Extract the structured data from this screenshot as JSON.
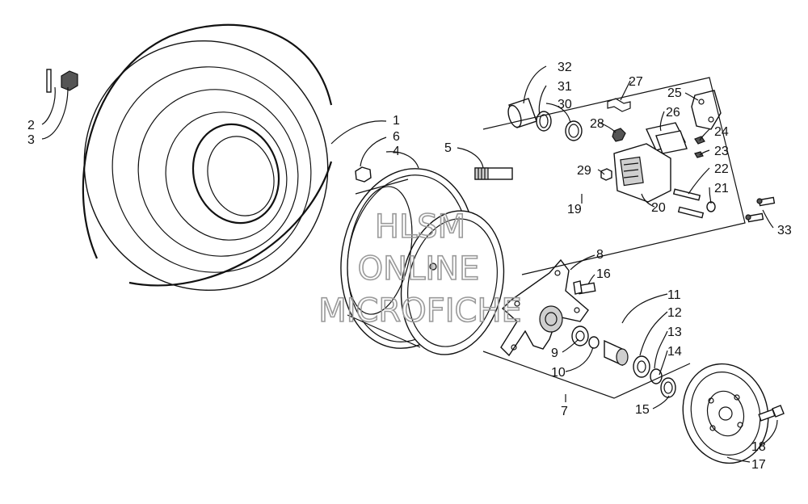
{
  "watermark": [
    "HLSM",
    "ONLINE",
    "MICROFICHE"
  ],
  "callouts": [
    {
      "id": "1",
      "text": "1"
    },
    {
      "id": "2",
      "text": "2"
    },
    {
      "id": "3",
      "text": "3"
    },
    {
      "id": "4",
      "text": "4"
    },
    {
      "id": "5",
      "text": "5"
    },
    {
      "id": "6",
      "text": "6"
    },
    {
      "id": "7",
      "text": "7"
    },
    {
      "id": "8",
      "text": "8"
    },
    {
      "id": "9",
      "text": "9"
    },
    {
      "id": "10",
      "text": "10"
    },
    {
      "id": "11",
      "text": "11"
    },
    {
      "id": "12",
      "text": "12"
    },
    {
      "id": "13",
      "text": "13"
    },
    {
      "id": "14",
      "text": "14"
    },
    {
      "id": "15",
      "text": "15"
    },
    {
      "id": "16",
      "text": "16"
    },
    {
      "id": "17",
      "text": "17"
    },
    {
      "id": "18",
      "text": "18"
    },
    {
      "id": "19",
      "text": "19"
    },
    {
      "id": "20",
      "text": "20"
    },
    {
      "id": "21",
      "text": "21"
    },
    {
      "id": "22",
      "text": "22"
    },
    {
      "id": "23",
      "text": "23"
    },
    {
      "id": "24",
      "text": "24"
    },
    {
      "id": "25",
      "text": "25"
    },
    {
      "id": "26",
      "text": "26"
    },
    {
      "id": "27",
      "text": "27"
    },
    {
      "id": "28",
      "text": "28"
    },
    {
      "id": "29",
      "text": "29"
    },
    {
      "id": "30",
      "text": "30"
    },
    {
      "id": "31",
      "text": "31"
    },
    {
      "id": "32",
      "text": "32"
    },
    {
      "id": "33",
      "text": "33"
    }
  ]
}
